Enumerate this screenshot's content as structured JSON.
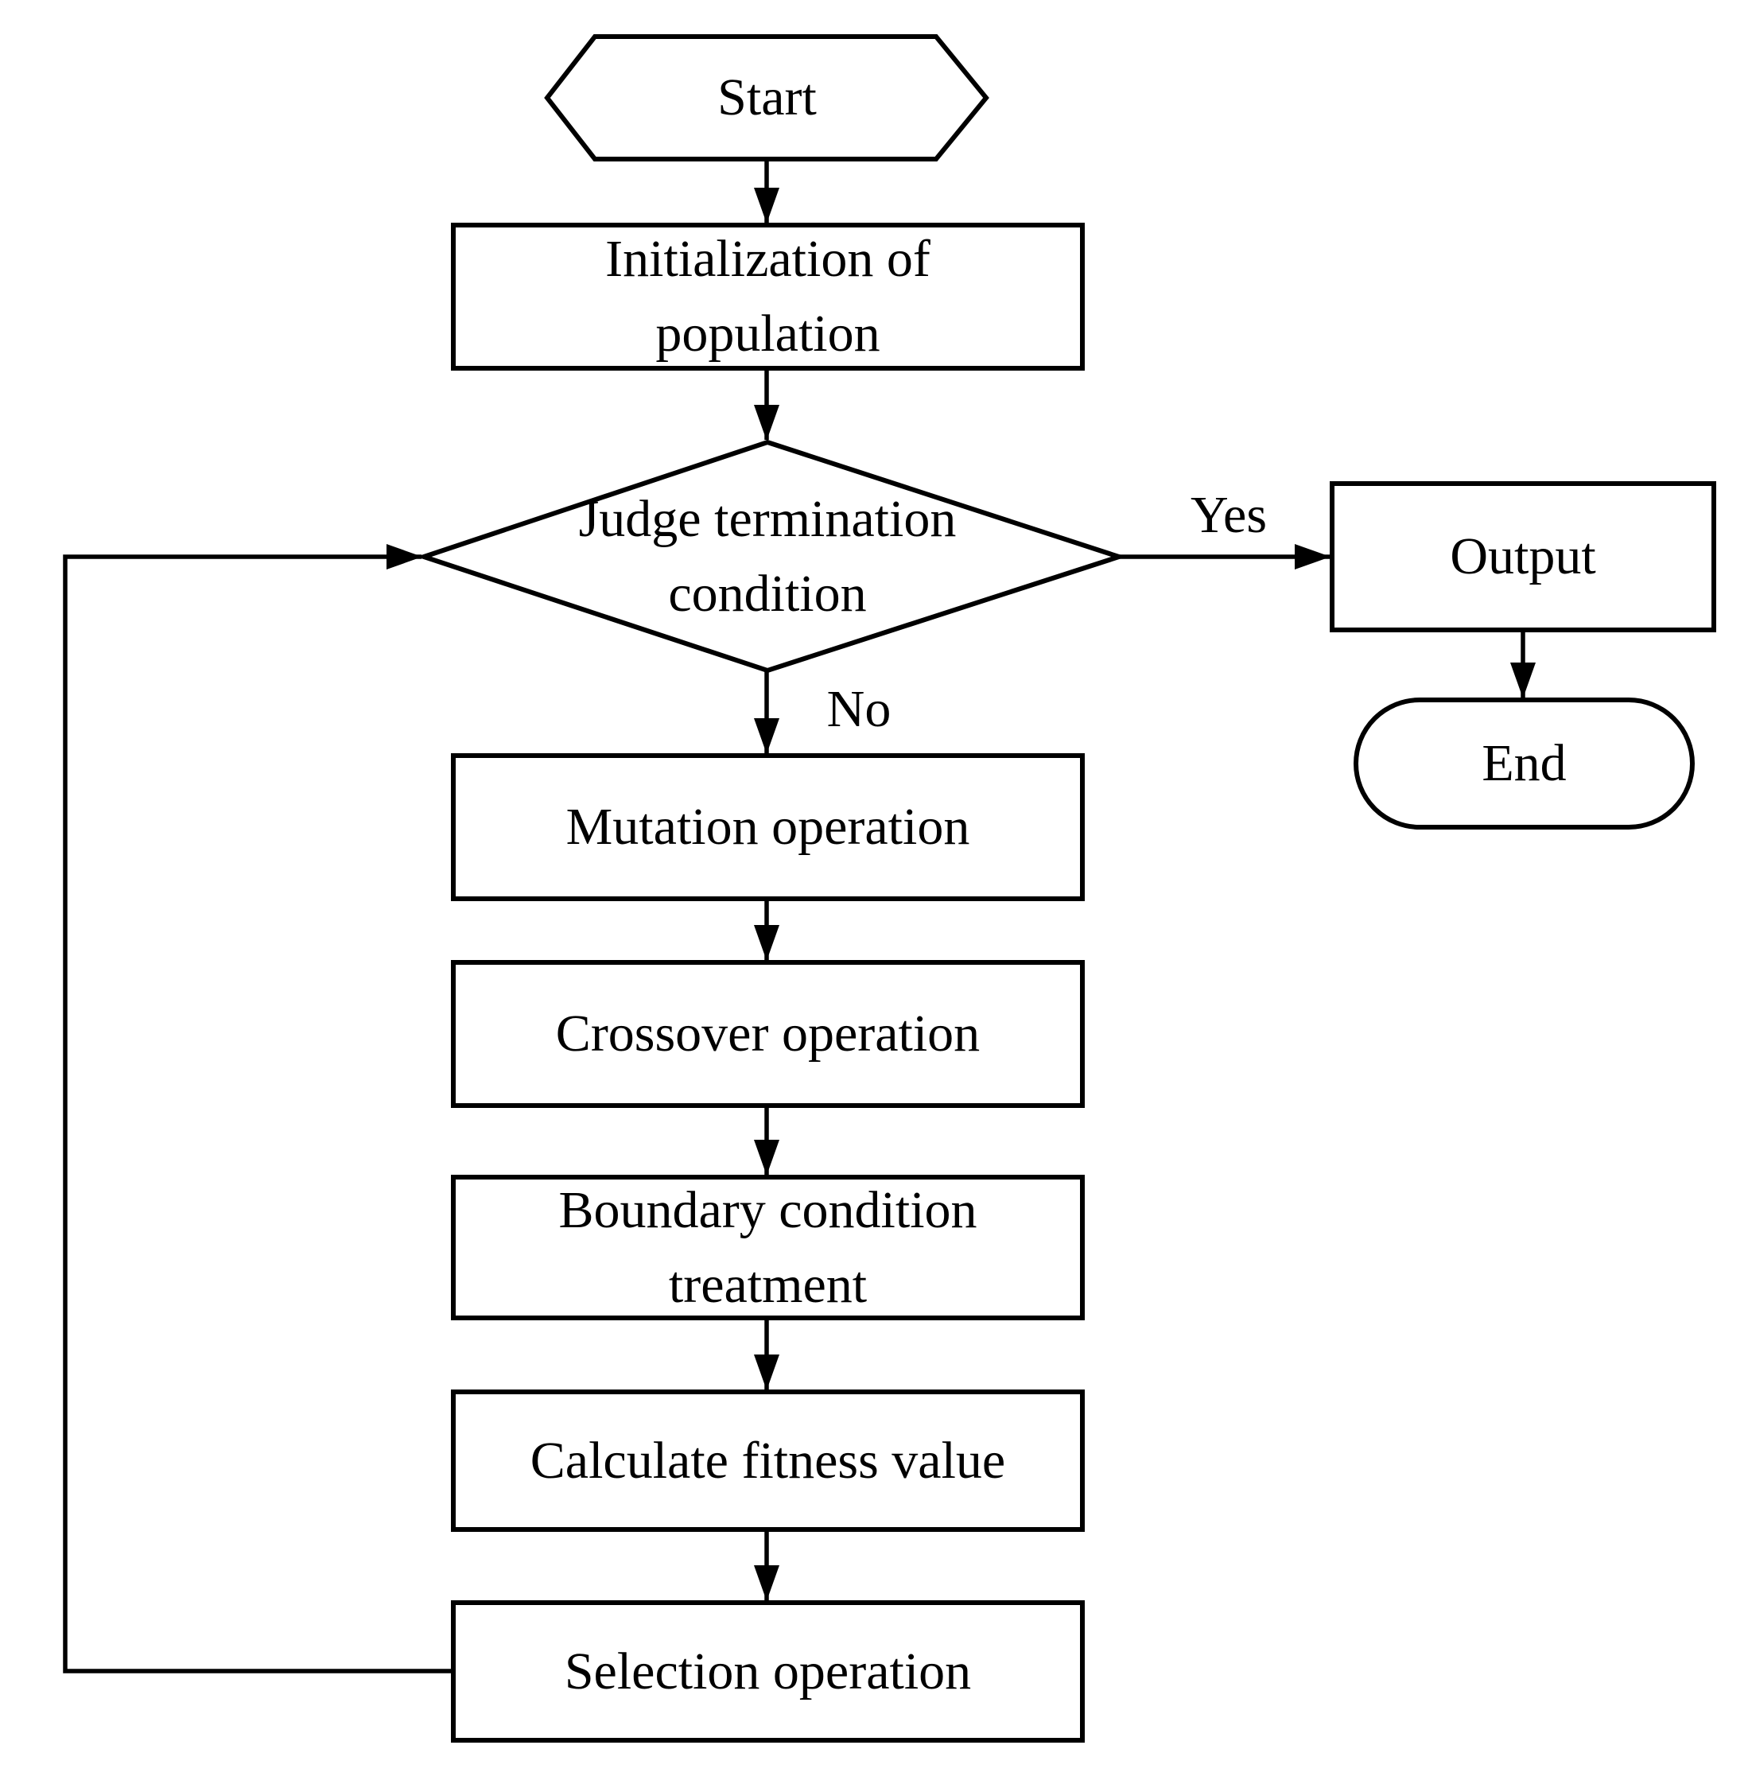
{
  "diagram": {
    "type": "flowchart",
    "nodes": {
      "start": {
        "label": "Start",
        "shape": "hexagon"
      },
      "init": {
        "label": "Initialization of population",
        "shape": "rectangle"
      },
      "judge": {
        "label": "Judge termination condition",
        "shape": "diamond"
      },
      "output": {
        "label": "Output",
        "shape": "rectangle"
      },
      "end": {
        "label": "End",
        "shape": "stadium"
      },
      "mutation": {
        "label": "Mutation operation",
        "shape": "rectangle"
      },
      "crossover": {
        "label": "Crossover operation",
        "shape": "rectangle"
      },
      "boundary": {
        "label": "Boundary condition treatment",
        "shape": "rectangle"
      },
      "fitness": {
        "label": "Calculate fitness value",
        "shape": "rectangle"
      },
      "selection": {
        "label": "Selection operation",
        "shape": "rectangle"
      }
    },
    "branch_labels": {
      "yes": "Yes",
      "no": "No"
    },
    "edges": [
      {
        "from": "start",
        "to": "init"
      },
      {
        "from": "init",
        "to": "judge"
      },
      {
        "from": "judge",
        "to": "output",
        "label": "Yes"
      },
      {
        "from": "judge",
        "to": "mutation",
        "label": "No"
      },
      {
        "from": "output",
        "to": "end"
      },
      {
        "from": "mutation",
        "to": "crossover"
      },
      {
        "from": "crossover",
        "to": "boundary"
      },
      {
        "from": "boundary",
        "to": "fitness"
      },
      {
        "from": "fitness",
        "to": "selection"
      },
      {
        "from": "selection",
        "to": "judge",
        "label": "loop-back"
      }
    ],
    "colors": {
      "stroke": "#000000",
      "background": "#ffffff",
      "text": "#000000"
    }
  }
}
